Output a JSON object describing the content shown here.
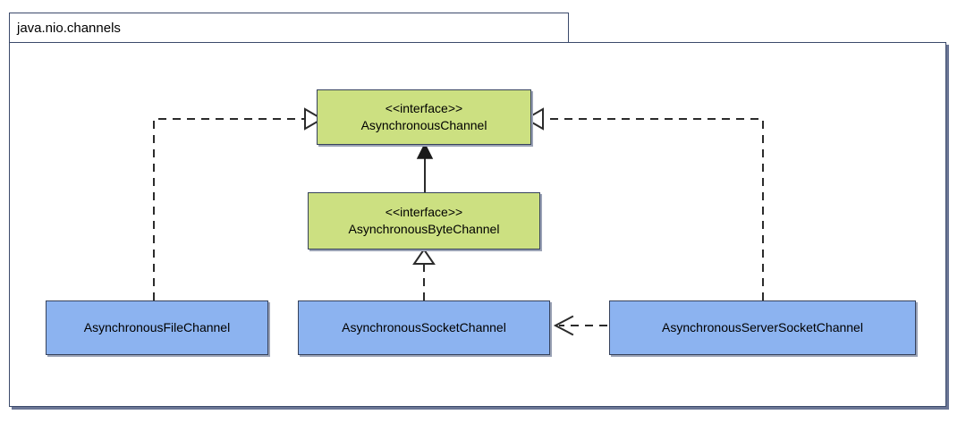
{
  "diagram": {
    "package_label": "java.nio.channels",
    "type": "uml-class-diagram",
    "colors": {
      "interface_fill": "#cce081",
      "class_fill": "#8cb3f0",
      "node_border": "#36425c",
      "frame_border": "#3b4a6b",
      "connector": "#2b2b2b",
      "shadow": "#6b7695"
    },
    "nodes": [
      {
        "id": "async-channel",
        "stereotype": "<<interface>>",
        "name": "AsynchronousChannel",
        "kind": "interface"
      },
      {
        "id": "async-byte-channel",
        "stereotype": "<<interface>>",
        "name": "AsynchronousByteChannel",
        "kind": "interface"
      },
      {
        "id": "file-channel",
        "name": "AsynchronousFileChannel",
        "kind": "class"
      },
      {
        "id": "socket-channel",
        "name": "AsynchronousSocketChannel",
        "kind": "class"
      },
      {
        "id": "server-socket-channel",
        "name": "AsynchronousServerSocketChannel",
        "kind": "class"
      }
    ],
    "edges": [
      {
        "id": "file-channel-realizes-async-channel",
        "from": "AsynchronousFileChannel",
        "to": "AsynchronousChannel",
        "style": "dashed",
        "arrowhead": "hollow-triangle",
        "relation": "realization"
      },
      {
        "id": "server-socket-realizes-async-channel",
        "from": "AsynchronousServerSocketChannel",
        "to": "AsynchronousChannel",
        "style": "dashed",
        "arrowhead": "hollow-triangle",
        "relation": "realization"
      },
      {
        "id": "byte-channel-extends-async-channel",
        "from": "AsynchronousByteChannel",
        "to": "AsynchronousChannel",
        "style": "solid",
        "arrowhead": "filled-triangle",
        "relation": "generalization"
      },
      {
        "id": "socket-channel-realizes-byte-channel",
        "from": "AsynchronousSocketChannel",
        "to": "AsynchronousByteChannel",
        "style": "dashed",
        "arrowhead": "hollow-triangle",
        "relation": "realization"
      },
      {
        "id": "server-socket-depends-socket-channel",
        "from": "AsynchronousServerSocketChannel",
        "to": "AsynchronousSocketChannel",
        "style": "dashed",
        "arrowhead": "open-arrow",
        "relation": "dependency"
      }
    ]
  }
}
